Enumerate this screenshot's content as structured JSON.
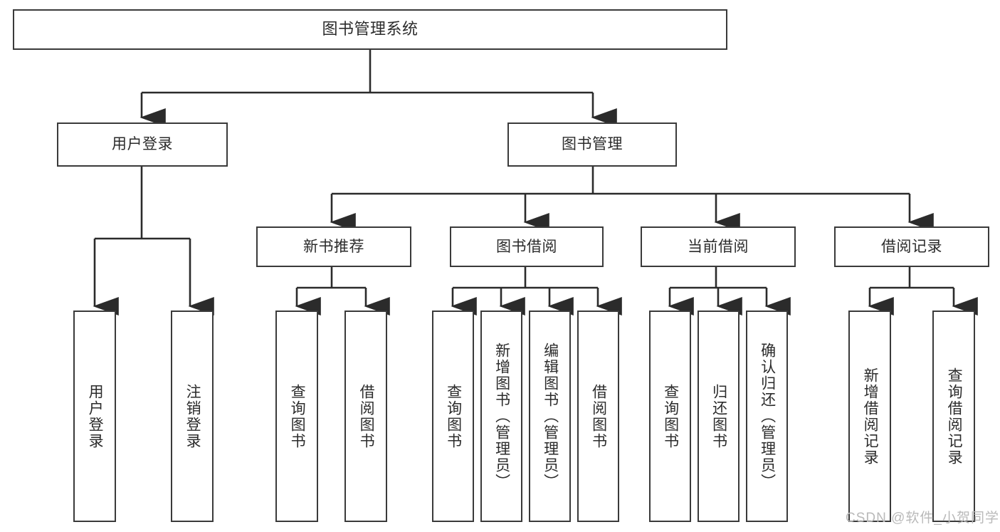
{
  "diagram": {
    "title": "图书管理系统",
    "type": "tree-hierarchy-chart",
    "colors": {
      "box_border": "#3a3a3a",
      "box_fill": "#ffffff",
      "text": "#2b2b2b",
      "connector": "#2b2b2b",
      "watermark": "#b9b9b9"
    },
    "levels": {
      "root": {
        "label": "图书管理系统"
      },
      "level2": [
        {
          "label": "用户登录"
        },
        {
          "label": "图书管理"
        }
      ],
      "level3": [
        {
          "label": "新书推荐"
        },
        {
          "label": "图书借阅"
        },
        {
          "label": "当前借阅"
        },
        {
          "label": "借阅记录"
        }
      ],
      "leaves": {
        "user_login": [
          {
            "label": "用户登录"
          },
          {
            "label": "注销登录"
          }
        ],
        "new_book_recommend": [
          {
            "label": "查询图书"
          },
          {
            "label": "借阅图书"
          }
        ],
        "book_borrow": [
          {
            "label": "查询图书"
          },
          {
            "label": "新增图书（管理员）"
          },
          {
            "label": "编辑图书（管理员）"
          },
          {
            "label": "借阅图书"
          }
        ],
        "current_borrow": [
          {
            "label": "查询图书"
          },
          {
            "label": "归还图书"
          },
          {
            "label": "确认归还（管理员）"
          }
        ],
        "borrow_record": [
          {
            "label": "新增借阅记录"
          },
          {
            "label": "查询借阅记录"
          }
        ]
      }
    }
  },
  "watermark": {
    "text": "CSDN @软件_小贺同学"
  }
}
